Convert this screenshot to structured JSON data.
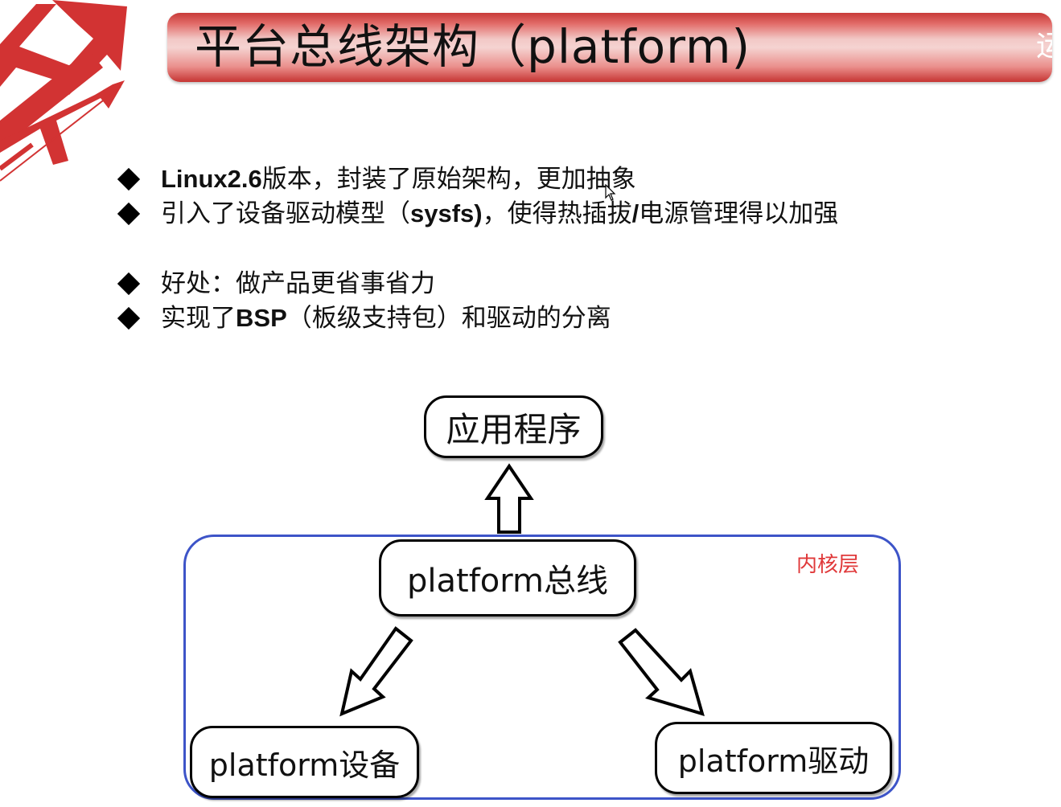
{
  "title": {
    "text": "平台总线架构（platform)",
    "edge_glyph": "运"
  },
  "bullets": [
    {
      "bold": "Linux2.6",
      "text": "版本，封装了原始架构，更加抽象"
    },
    {
      "pre": "引入了设备驱动模型（",
      "bold": "sysfs)",
      "post": "，使得热插拔",
      "bold2": "/",
      "post2": "电源管理得以加强"
    },
    {
      "text": "好处：做产品更省事省力"
    },
    {
      "pre": "实现了",
      "bold": "BSP",
      "post": "（板级支持包）和驱动的分离"
    }
  ],
  "diagram": {
    "app_node": "应用程序",
    "bus_node": "platform总线",
    "device_node": "platform设备",
    "driver_node": "platform驱动",
    "kernel_label": "内核层"
  },
  "colors": {
    "banner_red": "#c83a38",
    "kernel_frame_blue": "#3d54c8",
    "kernel_label_red": "#e0393a",
    "deco_arrow_red": "#d23333"
  },
  "icons": {
    "decoration": "red-arrows-decoration",
    "bullet_marker": "diamond-bullet",
    "cursor": "mouse-pointer"
  }
}
